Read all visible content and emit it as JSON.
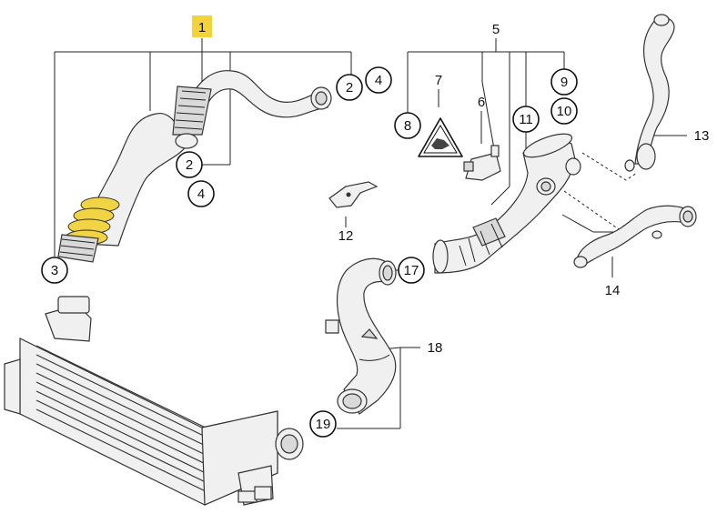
{
  "diagram": {
    "highlighted_label": "1",
    "labels": {
      "p2a": "2",
      "p4a": "4",
      "p2b": "2",
      "p4b": "4",
      "p3": "3",
      "p5": "5",
      "p7": "7",
      "p6": "6",
      "p8": "8",
      "p11": "11",
      "p9": "9",
      "p10": "10",
      "p12": "12",
      "p13": "13",
      "p14": "14",
      "p17": "17",
      "p18": "18",
      "p19": "19"
    },
    "colors": {
      "highlight": "#f3d33a",
      "line": "#222222",
      "part_fill": "#f0f0f0"
    }
  }
}
